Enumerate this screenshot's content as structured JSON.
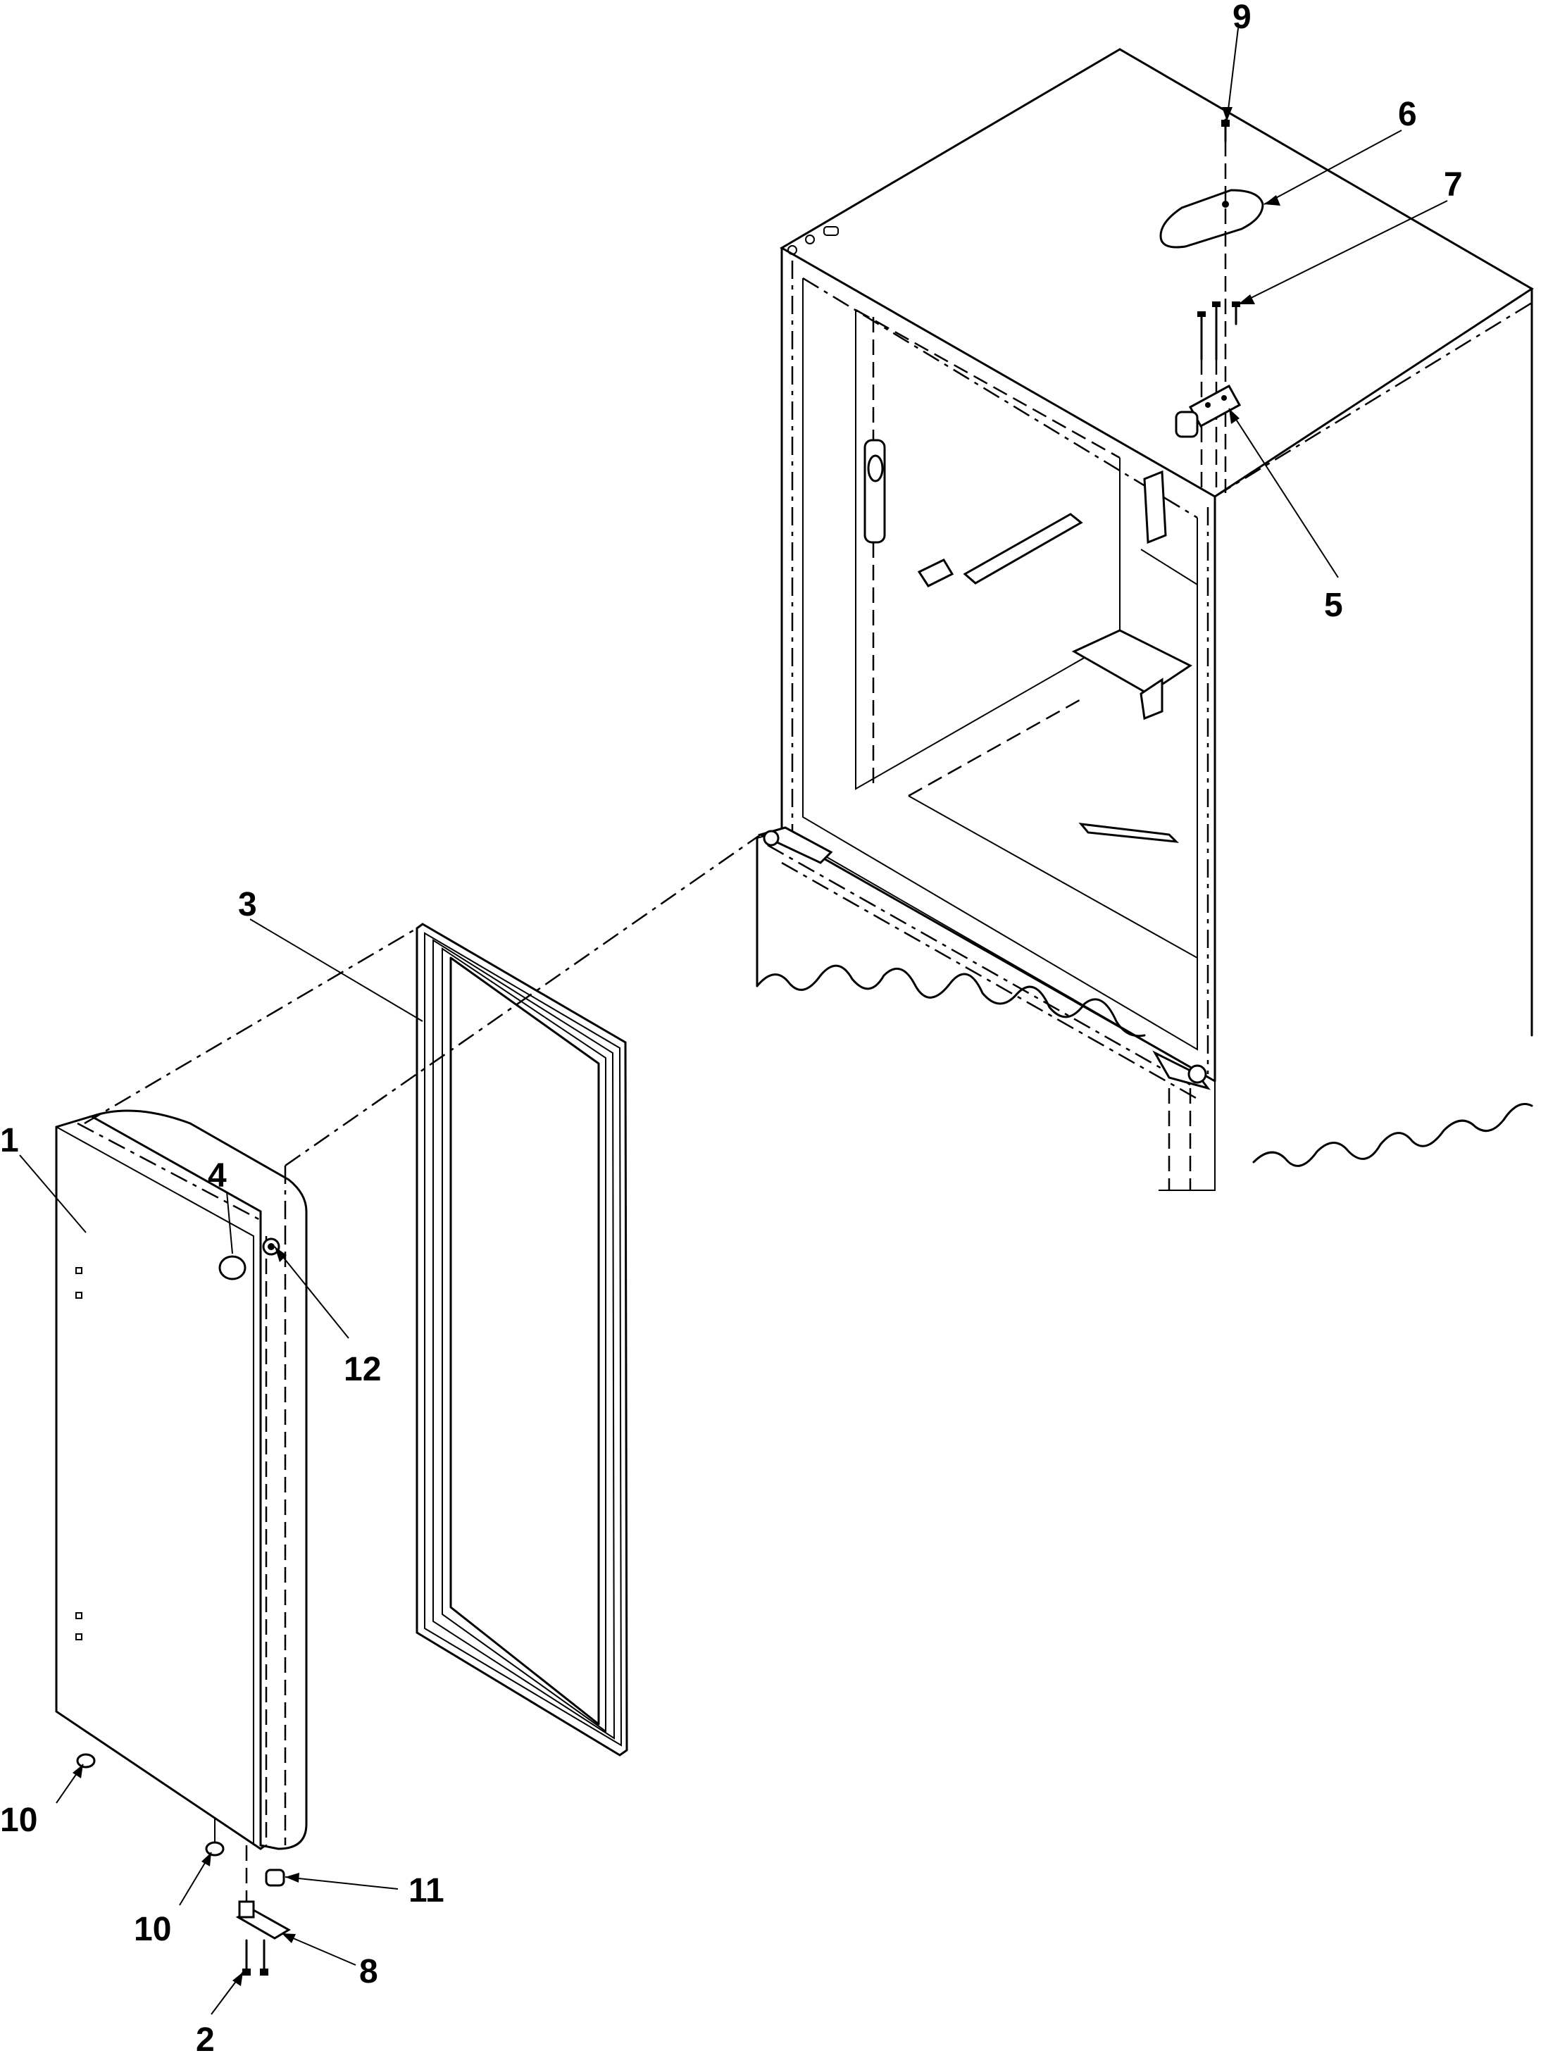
{
  "diagram": {
    "callouts": [
      {
        "id": "1",
        "label": "1"
      },
      {
        "id": "2",
        "label": "2"
      },
      {
        "id": "3",
        "label": "3"
      },
      {
        "id": "4",
        "label": "4"
      },
      {
        "id": "5",
        "label": "5"
      },
      {
        "id": "6",
        "label": "6"
      },
      {
        "id": "7",
        "label": "7"
      },
      {
        "id": "8",
        "label": "8"
      },
      {
        "id": "9",
        "label": "9"
      },
      {
        "id": "10a",
        "label": "10"
      },
      {
        "id": "10b",
        "label": "10"
      },
      {
        "id": "11",
        "label": "11"
      },
      {
        "id": "12",
        "label": "12"
      }
    ]
  }
}
